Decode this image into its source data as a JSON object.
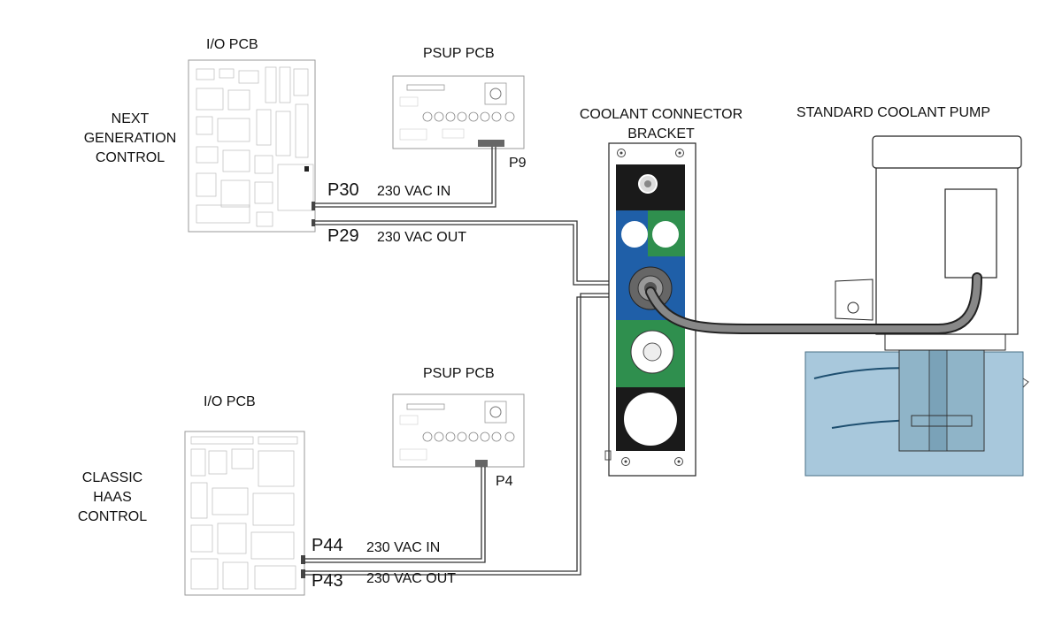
{
  "labels": {
    "io_pcb_top": "I/O PCB",
    "psup_pcb_top": "PSUP PCB",
    "next_gen_control": [
      "NEXT",
      "GENERATION",
      "CONTROL"
    ],
    "coolant_bracket": [
      "COOLANT CONNECTOR",
      "BRACKET"
    ],
    "standard_pump": "STANDARD COOLANT PUMP",
    "io_pcb_bottom": "I/O PCB",
    "psup_pcb_bottom": "PSUP PCB",
    "classic_control": [
      "CLASSIC",
      "HAAS",
      "CONTROL"
    ]
  },
  "ports": {
    "p30": "P30",
    "p30_text": "230 VAC IN",
    "p29": "P29",
    "p29_text": "230 VAC OUT",
    "p9": "P9",
    "p4": "P4",
    "p44": "P44",
    "p44_text": "230 VAC IN",
    "p43": "P43",
    "p43_text": "230 VAC OUT"
  },
  "colors": {
    "wire": "#333333",
    "green": "#2f8f4e",
    "blue": "#1f5fa8",
    "black": "#1a1a1a",
    "tank": "#a8c8dc"
  }
}
